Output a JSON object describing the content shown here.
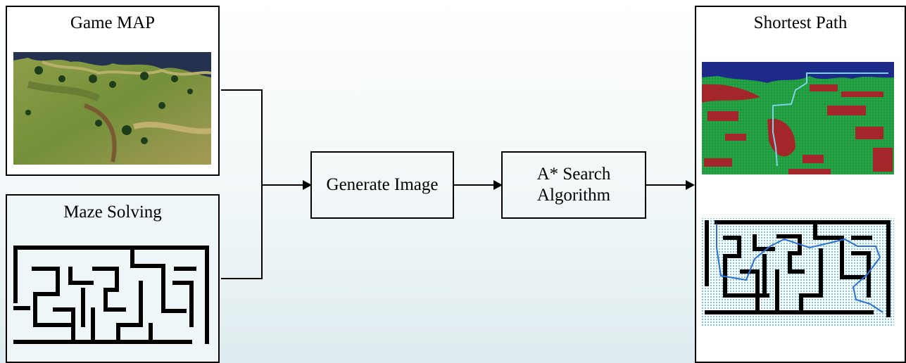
{
  "inputs": {
    "game_map_title": "Game MAP",
    "maze_title": "Maze Solving"
  },
  "process": {
    "generate_image_label": "Generate Image",
    "astar_label_line1": "A* Search",
    "astar_label_line2": "Algorithm"
  },
  "output": {
    "title": "Shortest Path"
  },
  "colors": {
    "water": "#1d2a8a",
    "grass": "#1f9a3f",
    "obstacle": "#a3262a",
    "path": "#7fd3e6",
    "maze_wall": "#000000",
    "maze_floor": "#b9e3ee"
  }
}
